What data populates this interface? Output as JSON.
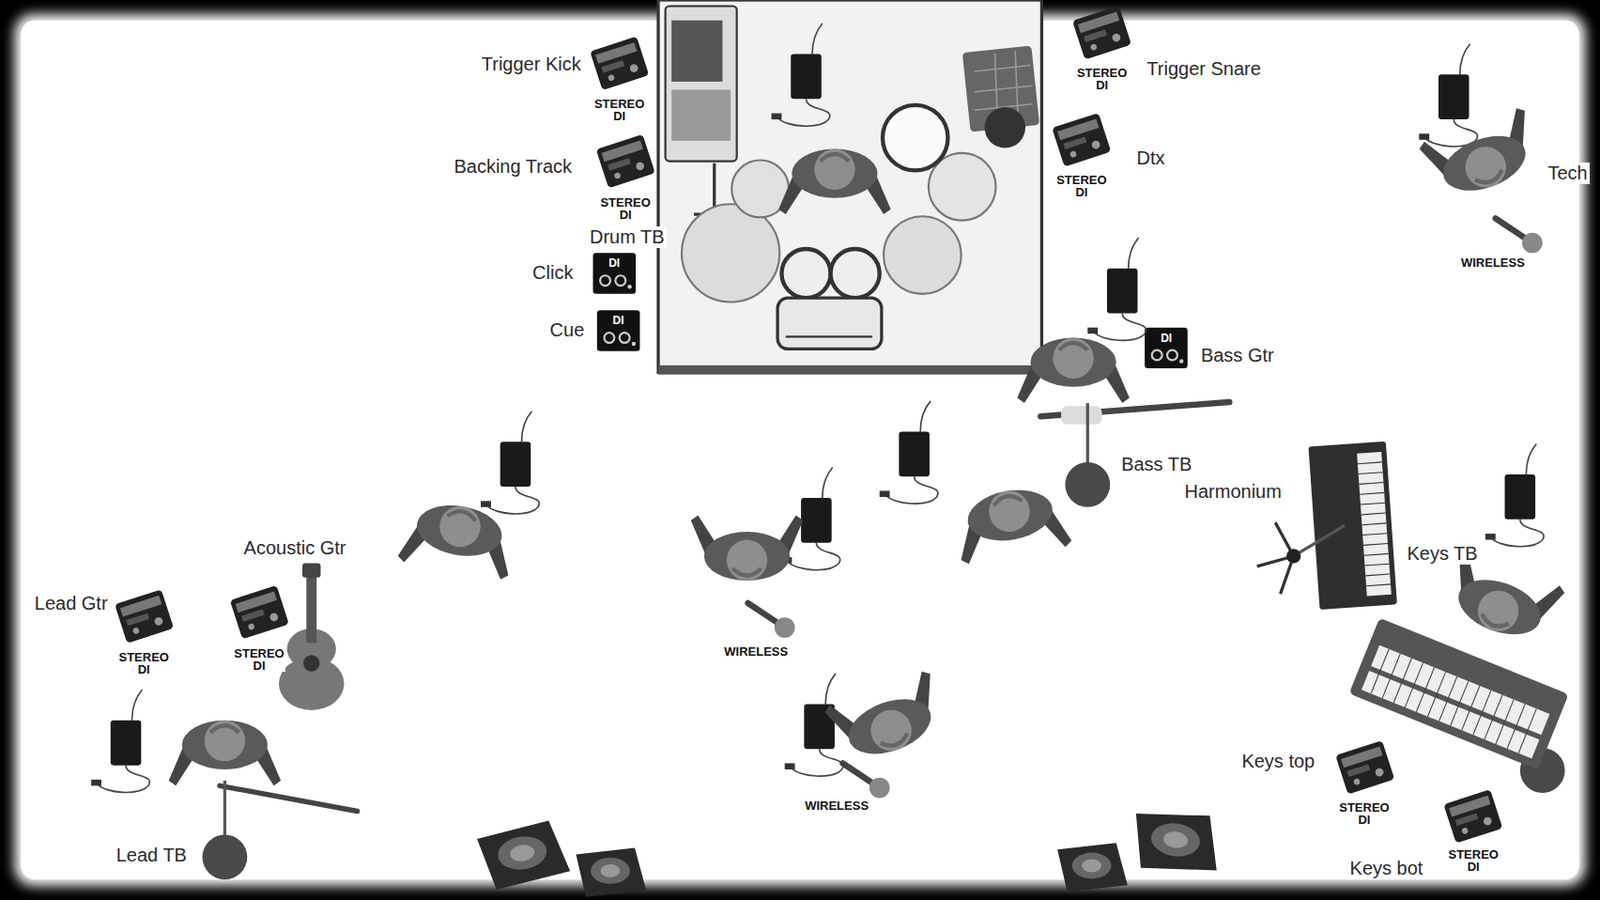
{
  "diagram": {
    "labels": [
      "Trigger Kick",
      "STEREO DI",
      "Backing Track",
      "STEREO DI",
      "Drum TB",
      "Click",
      "DI",
      "Cue",
      "DI",
      "STEREO DI",
      "Trigger Snare",
      "Dtx",
      "STEREO DI",
      "Tech",
      "WIRELESS",
      "DI",
      "Bass Gtr",
      "Bass TB",
      "Harmonium",
      "Acoustic Gtr",
      "Keys TB",
      "Lead Gtr",
      "STEREO DI",
      "STEREO DI",
      "WIRELESS",
      "Keys top",
      "STEREO DI",
      "WIRELESS",
      "Lead TB",
      "Keys bot",
      "STEREO DI"
    ]
  }
}
